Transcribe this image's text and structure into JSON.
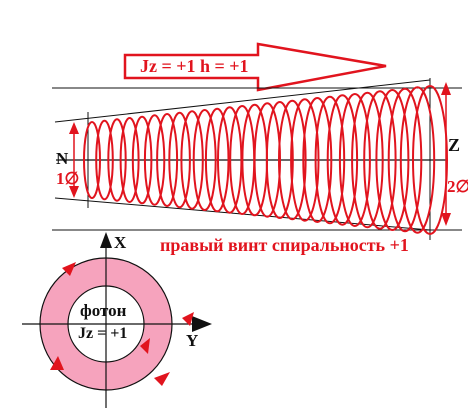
{
  "arrow_label": "Jz = +1  h = +1",
  "axis_z": "Z",
  "axis_n": "N",
  "left_diameter": "1∅",
  "right_diameter": "2∅",
  "caption": "правый  винт  спиральность +1",
  "axis_x": "X",
  "axis_y": "Y",
  "photon_title": "фотон",
  "photon_jz": "Jz = +1",
  "colors": {
    "spiral": "#e1141e",
    "ring_fill": "#f6a3bd",
    "arrow_outline": "#e1141e",
    "axis": "#111111"
  },
  "icons": [
    "rotation-arrow-icon",
    "dimension-arrow-icon",
    "direction-arrow-icon"
  ]
}
